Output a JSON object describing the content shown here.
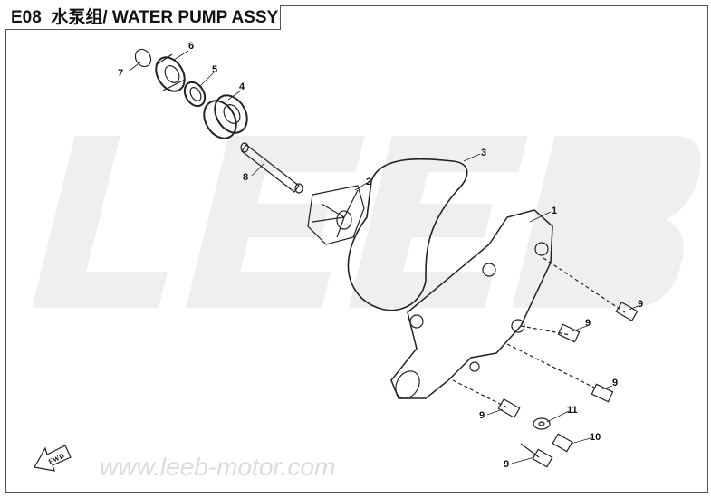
{
  "title": {
    "code": "E08",
    "text": "水泵组/ WATER PUMP ASSY"
  },
  "watermark": {
    "brand": "LEEB",
    "url": "www.leeb-motor.com"
  },
  "fwd_label": "FWD",
  "callouts": [
    "1",
    "2",
    "3",
    "4",
    "5",
    "6",
    "7",
    "8",
    "9",
    "9",
    "9",
    "9",
    "9",
    "10",
    "11"
  ]
}
